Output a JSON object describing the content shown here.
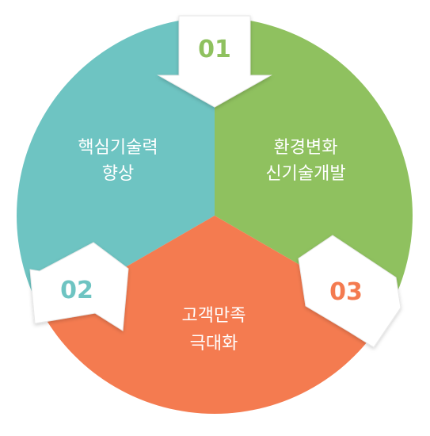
{
  "segments": [
    {
      "number": "01",
      "lines": [
        "환경변화",
        "신기술개발"
      ],
      "color": "#8fc15f"
    },
    {
      "number": "02",
      "lines": [
        "핵심기술력",
        "향상"
      ],
      "color": "#6ec4c2"
    },
    {
      "number": "03",
      "lines": [
        "고객만족",
        "극대화"
      ],
      "color": "#f47b50"
    }
  ],
  "colors": {
    "arrow_fill": "#ffffff",
    "arrow_edge": "#e9e9e9",
    "number_01": "#8fc15f",
    "number_02": "#6ec4c2",
    "number_03": "#f47b50"
  }
}
